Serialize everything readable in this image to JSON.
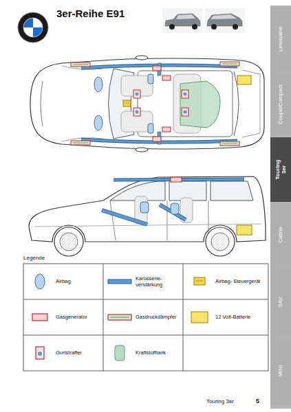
{
  "diagram": {
    "title": "3er-Reihe E91",
    "nodes": [
      {
        "text": [
          "Limousine"
        ]
      },
      {
        "text": [
          "Coupé/Compact"
        ]
      },
      {
        "text": [
          "Touring 3er"
        ]
      },
      {
        "text": [
          "Cabrio"
        ]
      },
      {
        "text": [
          "SAV"
        ]
      },
      {
        "text": [
          "MINI"
        ]
      }
    ],
    "labels": [
      "Legende",
      "Touring 3er",
      "5"
    ],
    "legend": [
      {
        "text": "Airbag",
        "color": "#b9d3ee"
      },
      {
        "text": "Karosserie- verstärkung",
        "color": "#5b9bd5"
      },
      {
        "text": "Airbag- Steuergerät"
      },
      {
        "text": "Gasgenerator"
      },
      {
        "text": "Gasdruckdämpfer"
      },
      {
        "text": "12 Volt-Batterie",
        "color": "#f7e36a"
      },
      {
        "text": "Gurtstraffer"
      },
      {
        "text": "Kraftstofftank",
        "color": "#b8dcc0"
      }
    ]
  }
}
